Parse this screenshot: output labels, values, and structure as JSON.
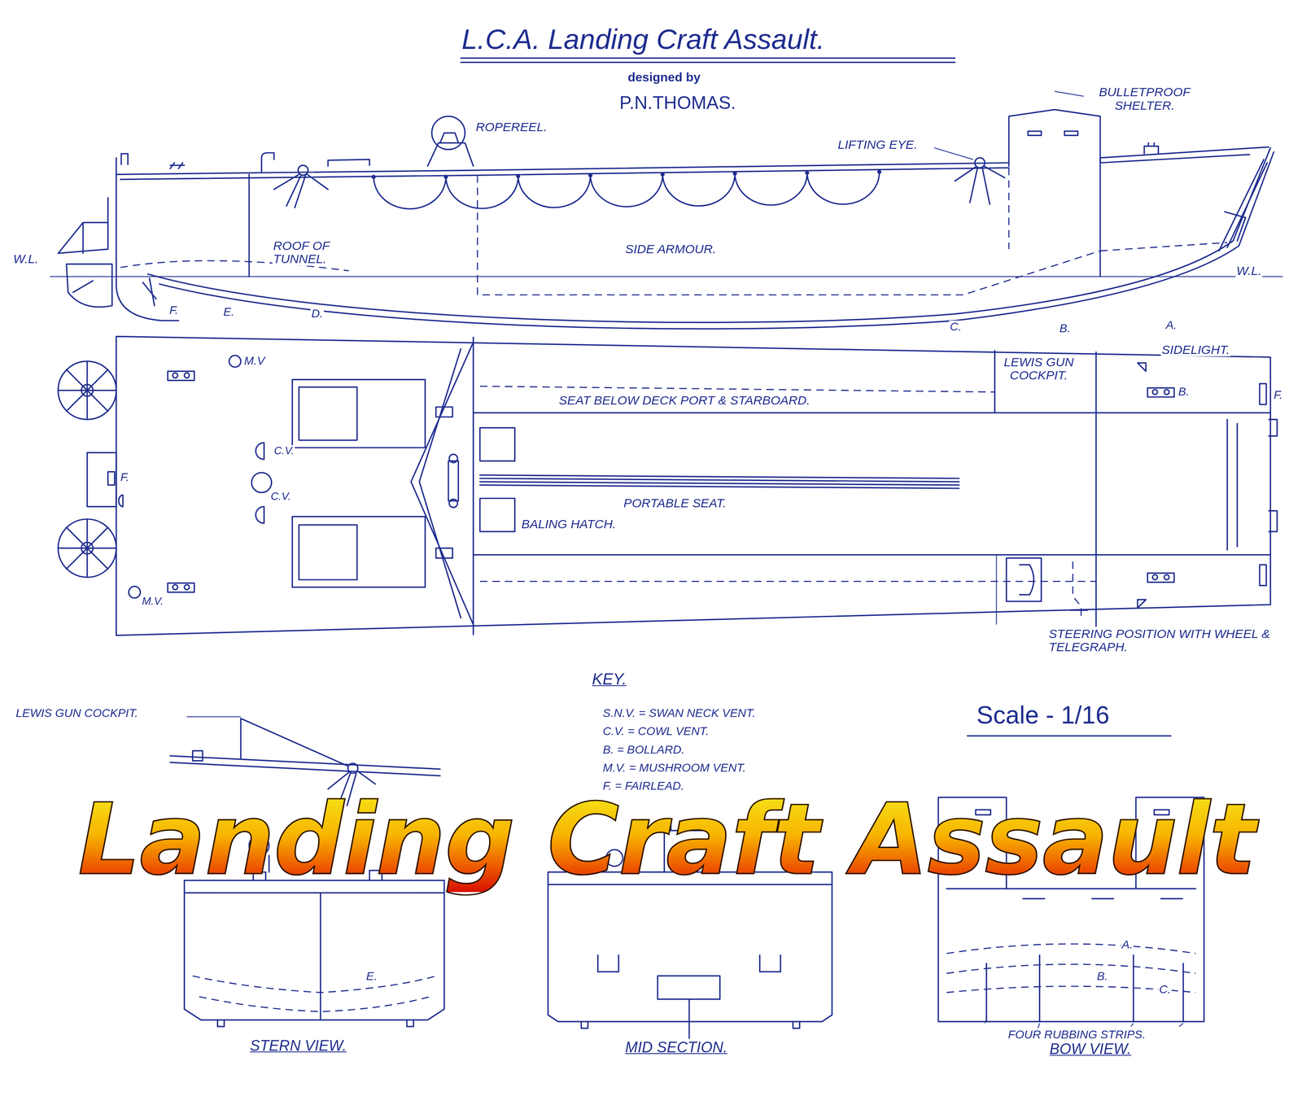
{
  "diagram": {
    "title": "L.C.A. Landing Craft Assault.",
    "labels": [
      "designed by",
      "P.N.THOMAS.",
      "ROPEREEL.",
      "BULLETPROOF SHELTER.",
      "LIFTING EYE.",
      "W.L.",
      "ROOF OF TUNNEL.",
      "SIDE ARMOUR.",
      "W.L.",
      "F.",
      "E.",
      "D.",
      "C.",
      "B.",
      "A.",
      "M.V",
      "SIDELIGHT.",
      "LEWIS GUN COCKPIT.",
      "SEAT BELOW DECK PORT & STARBOARD.",
      "B.",
      "F.",
      "C.V.",
      "C.V.",
      "F.",
      "PORTABLE SEAT.",
      "BALING HATCH.",
      "M.V.",
      "STEERING POSITION WITH WHEEL & TELEGRAPH.",
      "KEY.",
      "S.N.V. = SWAN NECK VENT.",
      "C.V. = COWL VENT.",
      "B. = BOLLARD.",
      "M.V. = MUSHROOM VENT.",
      "F. = FAIRLEAD.",
      "Scale - 1/16",
      "LEWIS GUN COCKPIT.",
      "Landing Craft Assault",
      "E.",
      "A.",
      "B.",
      "C.",
      "FOUR RUBBING STRIPS.",
      "STERN VIEW.",
      "MID SECTION.",
      "BOW VIEW."
    ]
  }
}
